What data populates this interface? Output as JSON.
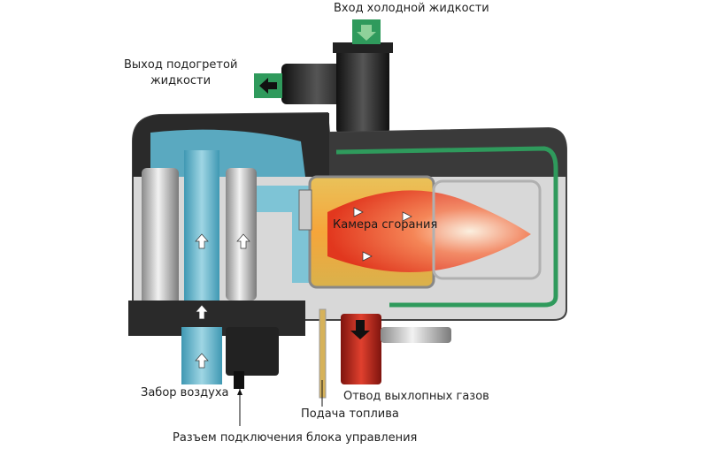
{
  "labels": {
    "coolant_inlet": "Вход холодной жидкости",
    "coolant_outlet_line1": "Выход подогретой",
    "coolant_outlet_line2": "жидкости",
    "combustion_chamber": "Камера сгорания",
    "air_intake": "Забор воздуха",
    "exhaust_outlet": "Отвод выхлопных газов",
    "fuel_supply": "Подача топлива",
    "control_connector": "Разъем подключения блока управления"
  },
  "colors": {
    "coolant": "#3aa76d",
    "air": "#5fb3c9",
    "flame": "#e8321e",
    "chamber": "#f2b43a",
    "housing": "#2b2b2b",
    "exhaust": "#c0271c"
  }
}
